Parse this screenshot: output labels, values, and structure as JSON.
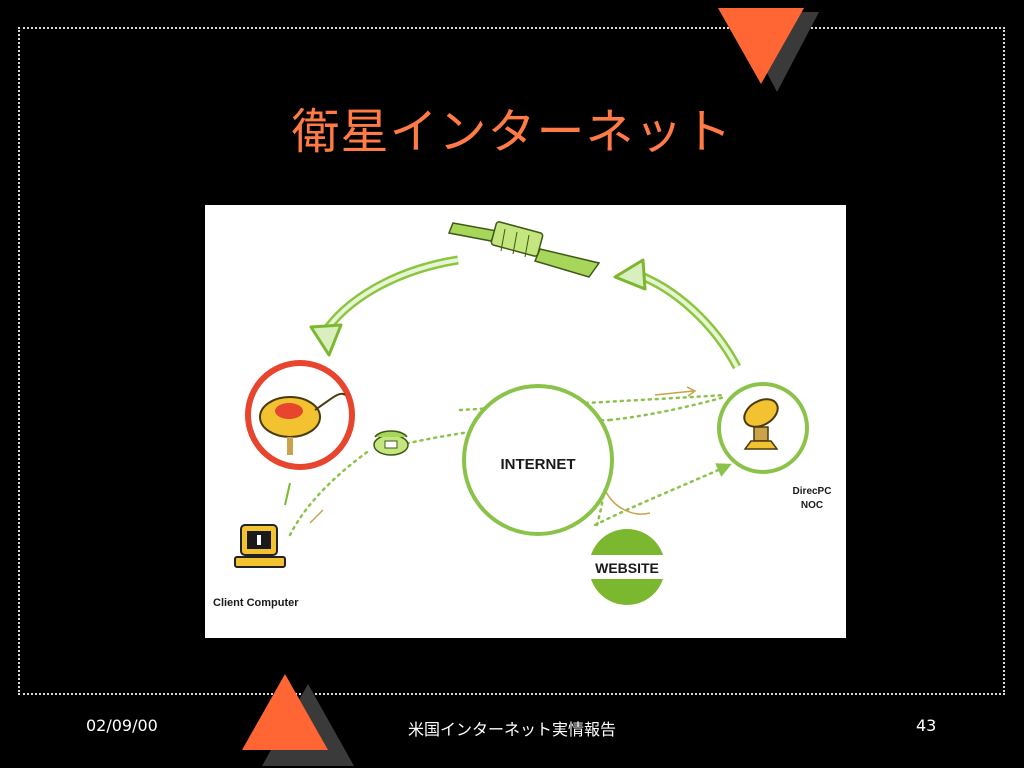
{
  "slide": {
    "title": "衛星インターネット",
    "footer_date": "02/09/00",
    "footer_center": "米国インターネット実情報告",
    "page_number": "43"
  },
  "diagram": {
    "internet_label": "INTERNET",
    "website_label": "WEBSITE",
    "noc_label_line1": "DirecPC",
    "noc_label_line2": "NOC",
    "client_label": "Client Computer",
    "nodes": [
      "satellite",
      "dish-antenna",
      "telephone",
      "internet",
      "website",
      "noc-dish",
      "client-computer"
    ]
  },
  "colors": {
    "accent_orange": "#ff6633",
    "title_orange": "#ff7a45",
    "green": "#7cb82f",
    "red_ring": "#e8452f",
    "background": "#000000"
  }
}
